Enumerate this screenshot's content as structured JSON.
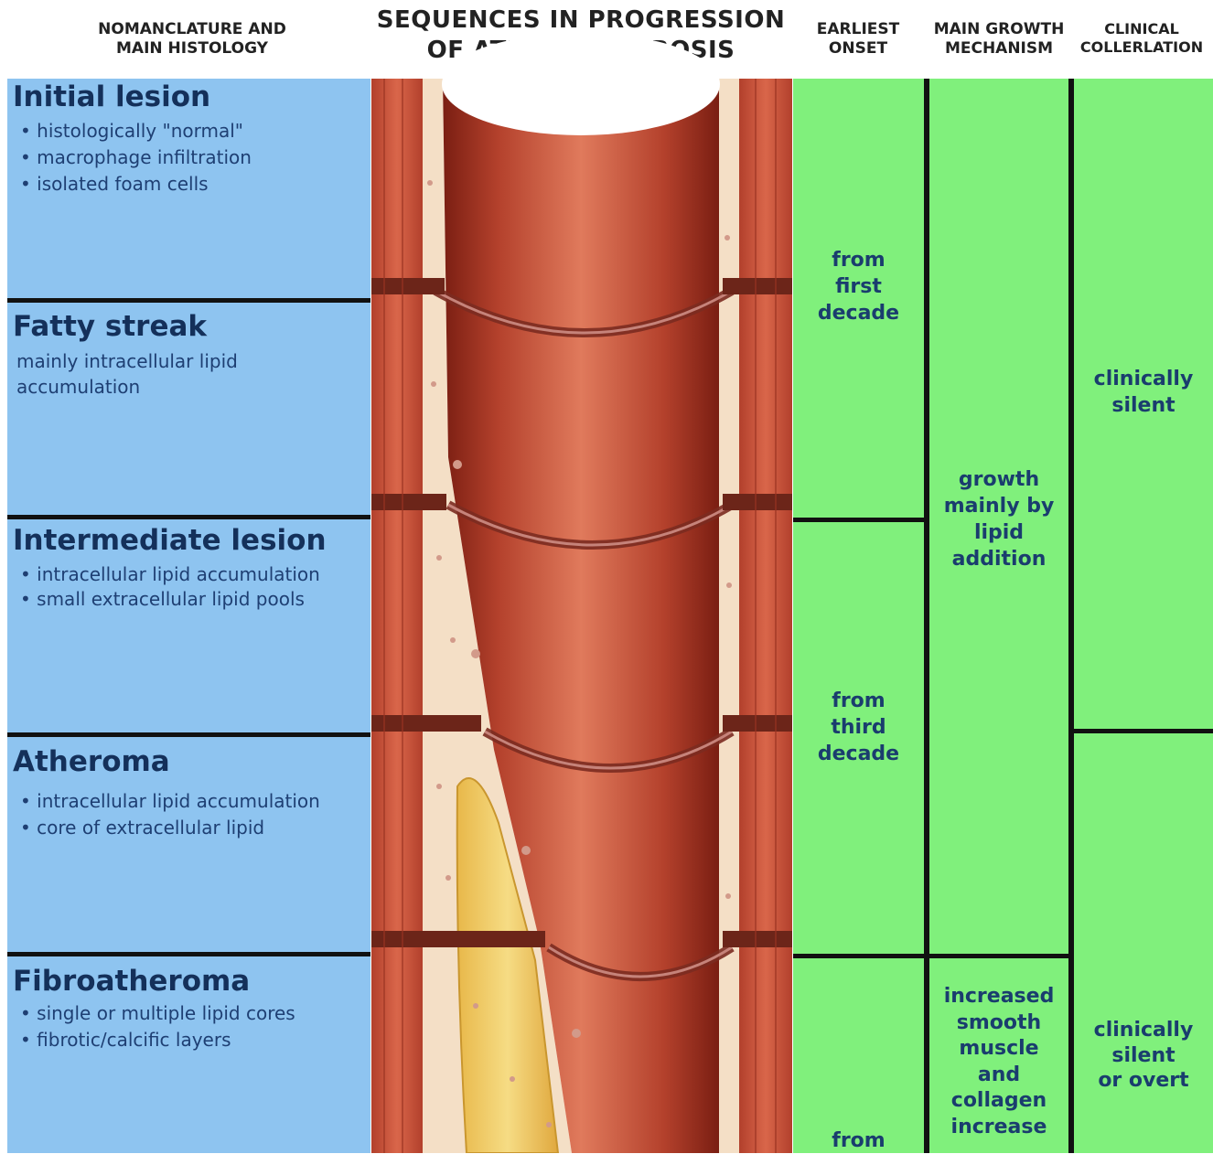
{
  "headers": {
    "nomenclature": "NOMANCLATURE AND\nMAIN HISTOLOGY",
    "sequences": "SEQUENCES IN PROGRESSION\nOF ATHEROSCLEROSIS",
    "earliest_onset": "EARLIEST\nONSET",
    "growth_mechanism": "MAIN GROWTH\nMECHANISM",
    "clinical": "CLINICAL\nCOLLERLATION"
  },
  "stages": [
    {
      "name": "Initial lesion",
      "lines": [
        "• histologically \"normal\"",
        "• macrophage infiltration",
        "• isolated foam cells"
      ]
    },
    {
      "name": "Fatty streak",
      "lines": [
        "mainly intracellular lipid",
        "accumulation"
      ]
    },
    {
      "name": "Intermediate lesion",
      "lines": [
        "• intracellular lipid accumulation",
        "• small extracellular lipid pools"
      ]
    },
    {
      "name": "Atheroma",
      "lines": [
        "• intracellular lipid accumulation",
        "• core of extracellular lipid"
      ]
    },
    {
      "name": "Fibroatheroma",
      "lines": [
        "• single or multiple lipid cores",
        "• fibrotic/calcific layers"
      ]
    }
  ],
  "onset": {
    "first": "from\nfirst\ndecade",
    "third": "from\nthird\ndecade",
    "fourth": "from"
  },
  "growth": {
    "lipid": "growth\nmainly by\nlipid\naddition",
    "smooth_muscle": "increased\nsmooth\nmuscle\nand\ncollagen\nincrease"
  },
  "clinical": {
    "silent": "clinically\nsilent",
    "silent_or_overt": "clinically\nsilent\nor overt"
  },
  "colors": {
    "stage_panel": "#8ec4f0",
    "info_panel": "#80f07c",
    "artery_wall": "#c8503a",
    "lipid_core": "#f2cf6a"
  }
}
